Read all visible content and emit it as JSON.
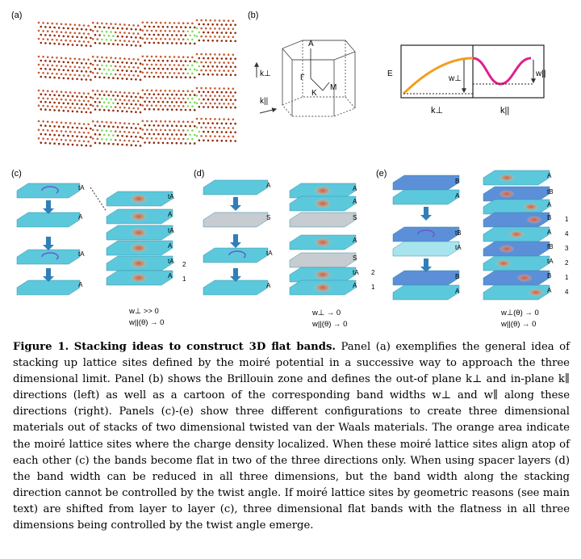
{
  "panels": {
    "a": {
      "label": "(a)"
    },
    "b": {
      "label": "(b)",
      "bz_labels": {
        "A": "A",
        "gamma": "Γ",
        "K": "K",
        "M": "M"
      },
      "k_perp": "k⊥",
      "k_par": "k||",
      "energy": "E",
      "w_perp": "w⊥",
      "w_par": "w||"
    },
    "c": {
      "label": "(c)",
      "left_labels": [
        "tA",
        "A",
        "tA",
        "A"
      ],
      "right_labels": [
        "tA",
        "A",
        "tA",
        "A",
        "tA",
        "A"
      ],
      "right_numbers": [
        "2",
        "1"
      ],
      "relation_1": "w⊥   >> 0",
      "relation_2": "w||(θ) → 0"
    },
    "d": {
      "label": "(d)",
      "left_labels": [
        "A",
        "S",
        "tA",
        "A"
      ],
      "right_labels": [
        "A",
        "S",
        "A",
        "S",
        "tA",
        "A"
      ],
      "right_numbers": [
        "2",
        "1"
      ],
      "relation_1": "w⊥   → 0",
      "relation_2": "w||(θ) → 0"
    },
    "e": {
      "label": "(e)",
      "left_labels": [
        "B",
        "A",
        "tB",
        "tA",
        "B",
        "A"
      ],
      "right_labels": [
        "A",
        "tB",
        "A",
        "B",
        "A",
        "fB",
        "tA",
        "B",
        "A"
      ],
      "right_numbers": [
        "1",
        "4",
        "3",
        "2",
        "1",
        "4"
      ],
      "relation_1": "w⊥(θ) → 0",
      "relation_2": "w||(θ) → 0"
    }
  },
  "caption": {
    "figure_label": "Figure 1.",
    "title": "Stacking ideas to construct 3D flat bands.",
    "body": "Panel (a) exemplifies the general idea of stacking up lattice sites defined by the moiré potential in a successive way to approach the three dimensional limit. Panel (b) shows the Brillouin zone and defines the out-of plane k⊥ and in-plane k∥ directions (left) as well as a cartoon of the corresponding band widths w⊥ and w∥ along these directions (right). Panels (c)-(e) show three different configurations to create three dimensional materials out of stacks of two dimensional twisted van der Waals materials. The orange area indicate the moiré lattice sites where the charge density localized. When these moiré lattice sites align atop of each other (c) the bands become flat in two of the three directions only. When using spacer layers (d) the band width can be reduced in all three dimensions, but the band width along the stacking direction cannot be controlled by the twist angle. If moiré lattice sites by geometric reasons (see main text) are shifted from layer to layer (c), three dimensional flat bands with the flatness in all three dimensions being controlled by the twist angle emerge."
  },
  "colors": {
    "cyan": "#5cc8dc",
    "blue": "#5b8fd8",
    "gray": "#c6ccd0",
    "orange": "#f0a020",
    "magenta": "#e0208c",
    "arrow": "#2f7fb8"
  }
}
